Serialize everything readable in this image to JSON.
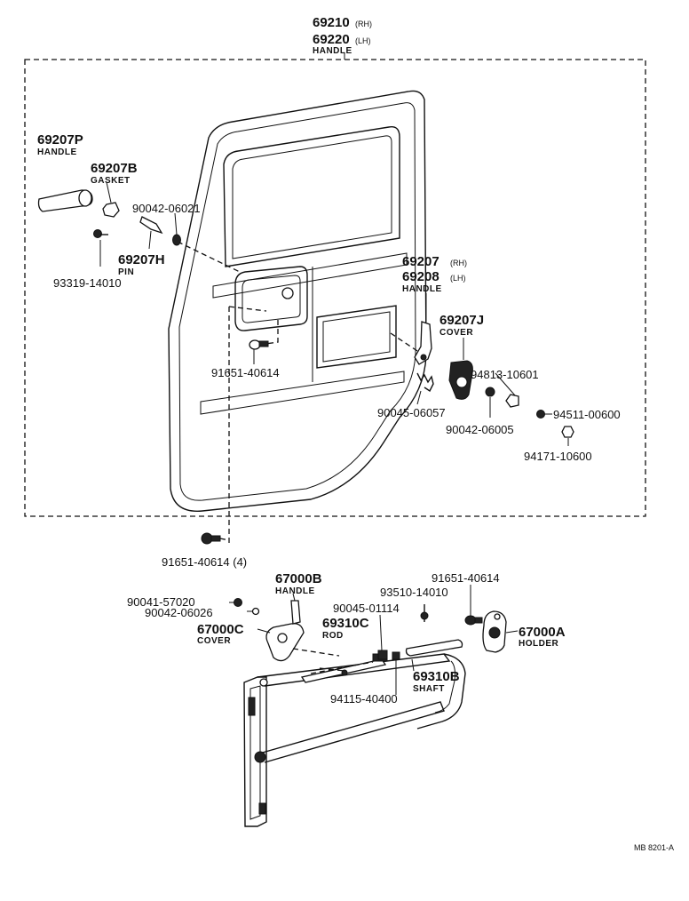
{
  "labels": {
    "p69210": {
      "number": "69210",
      "suffix": "(RH)"
    },
    "p69220": {
      "number": "69220",
      "suffix": "(LH)",
      "name": "HANDLE"
    },
    "p69207P": {
      "number": "69207P",
      "name": "HANDLE"
    },
    "p69207B": {
      "number": "69207B",
      "name": "GASKET"
    },
    "p90042_06021": {
      "number": "90042-06021"
    },
    "p69207H": {
      "number": "69207H",
      "name": "PIN"
    },
    "p93319_14010": {
      "number": "93319-14010"
    },
    "p69207": {
      "number": "69207",
      "suffix": "(RH)"
    },
    "p69208": {
      "number": "69208",
      "suffix": "(LH)",
      "name": "HANDLE"
    },
    "p69207J": {
      "number": "69207J",
      "name": "COVER"
    },
    "p94813_10601": {
      "number": "94813-10601"
    },
    "p91651_40614a": {
      "number": "91651-40614"
    },
    "p90045_06057": {
      "number": "90045-06057"
    },
    "p90042_06005": {
      "number": "90042-06005"
    },
    "p94511_00600": {
      "number": "94511-00600"
    },
    "p94171_10600": {
      "number": "94171-10600"
    },
    "p91651_40614b": {
      "number": "91651-40614 (4)"
    },
    "p67000B": {
      "number": "67000B",
      "name": "HANDLE"
    },
    "p91651_40614c": {
      "number": "91651-40614"
    },
    "p90041_57020": {
      "number": "90041-57020"
    },
    "p90045_01114": {
      "number": "90045-01114"
    },
    "p93510_14010": {
      "number": "93510-14010"
    },
    "p90042_06026": {
      "number": "90042-06026"
    },
    "p69310C": {
      "number": "69310C",
      "name": "ROD"
    },
    "p67000C": {
      "number": "67000C",
      "name": "COVER"
    },
    "p67000A": {
      "number": "67000A",
      "name": "HOLDER"
    },
    "p69310B": {
      "number": "69310B",
      "name": "SHAFT"
    },
    "p94115_40400": {
      "number": "94115-40400"
    }
  },
  "diagram_ref": "MB 8201-A"
}
